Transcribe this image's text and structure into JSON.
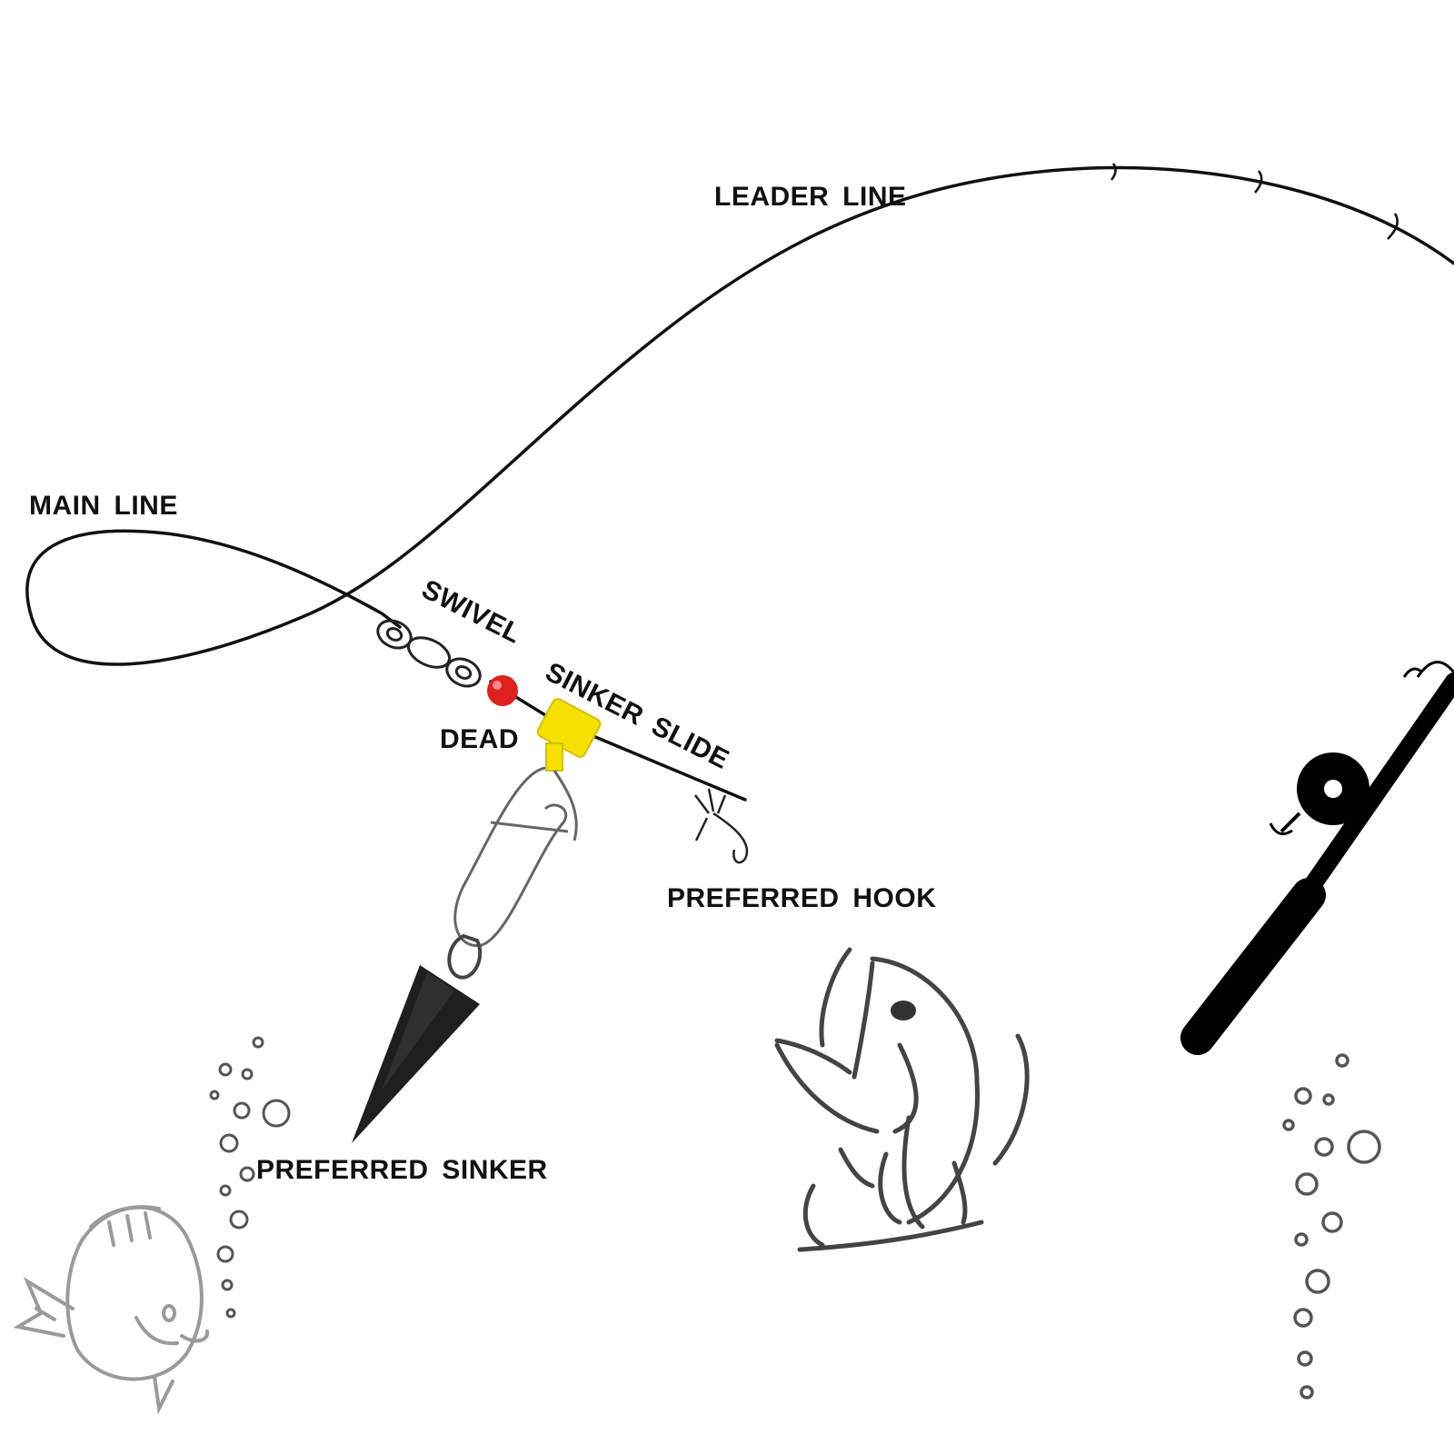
{
  "labels": {
    "leader_line": "LEADER LINE",
    "main_line": "MAIN LINE",
    "swivel": "SWIVEL",
    "sinker_slide": "SINKER SLIDE",
    "dead": "DEAD",
    "preferred_hook": "PREFERRED HOOK",
    "preferred_sinker": "PREFERRED SINKER"
  },
  "colors": {
    "line": "#111111",
    "bead": "#e02020",
    "slide": "#f5e100",
    "sinker": "#1f1f1f",
    "fish_outline": "#444444",
    "small_fish": "#9a9a9a",
    "bubbles": "#555555"
  },
  "icons": {
    "rod": "fishing-rod-icon",
    "reel": "reel-icon",
    "hook": "fly-hook-icon",
    "snap": "snap-clip-icon",
    "sinker": "cone-sinker-icon",
    "jumping_fish": "bass-fish-icon",
    "small_fish": "small-fish-icon"
  }
}
